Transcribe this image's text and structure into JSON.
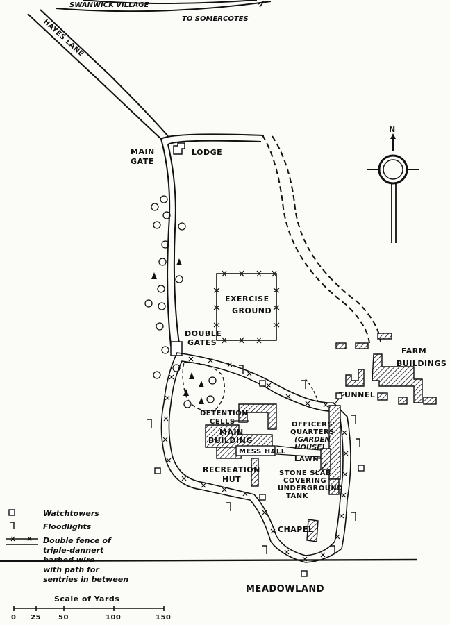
{
  "roads": {
    "swanwick": "SWANWICK VILLAGE",
    "somercotes": "TO SOMERCOTES",
    "hayes_lane": "HAYES LANE"
  },
  "places": {
    "main_gate_1": "MAIN",
    "main_gate_2": "GATE",
    "lodge": "LODGE",
    "exercise_1": "EXERCISE",
    "exercise_2": "GROUND",
    "double_gates_1": "DOUBLE",
    "double_gates_2": "GATES",
    "farm_1": "FARM",
    "farm_2": "BUILDINGS",
    "tunnel": "TUNNEL",
    "detention_1": "DETENTION",
    "detention_2": "CELLS",
    "main_building_1": "MAIN",
    "main_building_2": "BUILDING",
    "mess_hall": "MESS HALL",
    "officers_1": "OFFICERS'",
    "officers_2": "QUARTERS",
    "officers_3": "(GARDEN",
    "officers_4": "HOUSE)",
    "lawn": "LAWN",
    "stone_1": "STONE SLAB",
    "stone_2": "COVERING",
    "stone_3": "UNDERGROUND",
    "stone_4": "TANK",
    "recreation_1": "RECREATION",
    "recreation_2": "HUT",
    "chapel": "CHAPEL",
    "meadowland": "MEADOWLAND",
    "north": "N"
  },
  "legend": {
    "watchtowers": "Watchtowers",
    "floodlights": "Floodlights",
    "fence_1": "Double fence of",
    "fence_2": "triple-dannert",
    "fence_3": "barbed wire",
    "fence_4": "with path for",
    "fence_5": "sentries in between"
  },
  "scale": {
    "title": "Scale of Yards",
    "ticks": [
      "0",
      "25",
      "50",
      "100",
      "150"
    ]
  }
}
